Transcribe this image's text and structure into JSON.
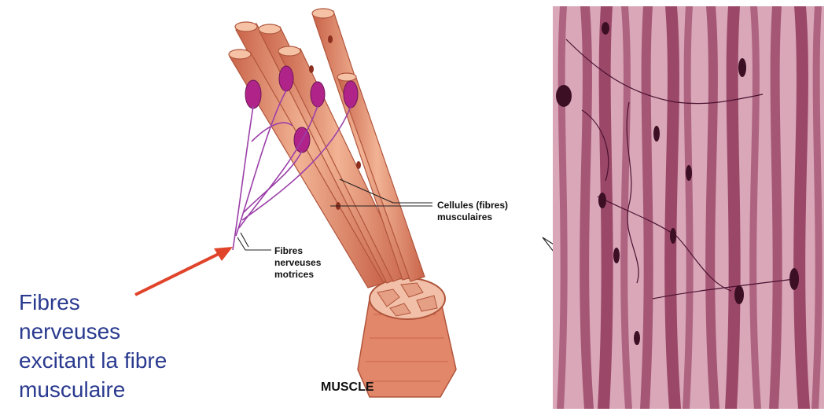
{
  "caption": {
    "lines": [
      "Fibres",
      "nerveuses",
      "excitant la fibre",
      "musculaire"
    ],
    "color": "#2a3a8f"
  },
  "labels": {
    "muscle": "MUSCLE",
    "motor_nerve_fibres": [
      "Fibres",
      "nerveuses",
      "motrices"
    ],
    "muscle_cells": [
      "Cellules (fibres)",
      "musculaires"
    ]
  },
  "colors": {
    "arrow": "#e0442a",
    "nerve": "#9b3fa8",
    "fibre": "#e89a7a",
    "fibre_dark": "#c9644a",
    "micrograph_bg": "#c98aa0",
    "micrograph_stripe": "#8a2e52"
  }
}
